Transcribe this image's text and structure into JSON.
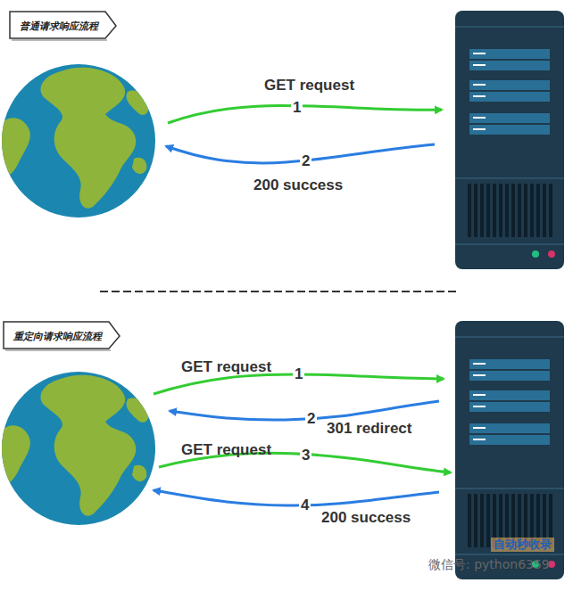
{
  "diagram": {
    "nodes": [
      {
        "text": [
          "普通请求响应流程"
        ]
      },
      {
        "text": [
          "重定向请求响应流程"
        ]
      }
    ],
    "labels": [
      "GET request",
      "1",
      "2",
      "200 success",
      "GET request",
      "1",
      "2",
      "301 redirect",
      "GET request",
      "3",
      "4",
      "200 success",
      "自动秒收录",
      "微信号: python6359"
    ]
  }
}
